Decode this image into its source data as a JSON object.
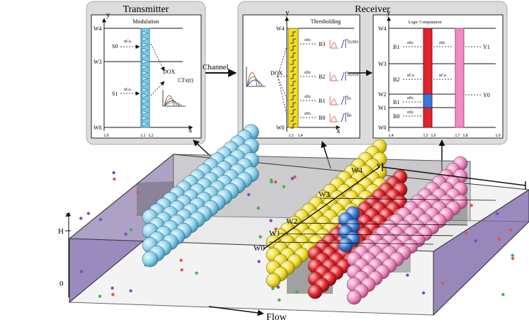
{
  "top": {
    "transmitter": {
      "title": "Transmitter",
      "inner_title": "Modulation",
      "axis_y": "y",
      "axis_x": "x",
      "w4": "W4",
      "w3": "W3",
      "w0": "W0",
      "s0": "S0",
      "s1": "S1",
      "acac": "αCa",
      "acac2": "αCa",
      "dox": "DOX",
      "ctx": "CTx(t)",
      "l0": "L0",
      "l1": "L1",
      "l2": "L2"
    },
    "channel": {
      "label": "Channel"
    },
    "receiver": {
      "title": "Receiver",
      "thresholding": {
        "title": "Thresholding",
        "axis_y": "y",
        "axis_x": "x",
        "w4": "W4",
        "w0": "W0",
        "dox": "DOX",
        "asc": [
          "αSc",
          "αSc",
          "αSc",
          "αSc"
        ],
        "outputs": [
          "B3",
          "B2",
          "B1",
          "B0"
        ],
        "l3": "L3",
        "l4": "L4",
        "tick_labels": [
          "10,001",
          "10,010",
          "01",
          "00"
        ]
      },
      "logic": {
        "title": "Logic Computation",
        "axis_y": "y",
        "w4": "W4",
        "w3": "W3",
        "w2": "W2",
        "w1": "W1",
        "w0": "W0",
        "inputs": [
          "B1",
          "B2",
          "B1",
          "B0"
        ],
        "acol1": [
          "αSc",
          "αCa",
          "αSc",
          "αSc"
        ],
        "acol2": [
          "αSc",
          "αCa"
        ],
        "outputs": [
          "Y1",
          "Y0"
        ],
        "l_labels": [
          "L4",
          "L5",
          "L6",
          "L7",
          "L8",
          "L9"
        ]
      }
    }
  },
  "bottom": {
    "z_label": "z",
    "y_label": "y",
    "h_label": "H",
    "zero_label": "0",
    "w_labels": [
      "W4",
      "W3",
      "W2",
      "W1",
      "W0"
    ],
    "flow_label": "Flow"
  },
  "colors": {
    "panel_bg": "#dcdcdc",
    "panel_border": "#aaaaaa",
    "cyan": "#8fd3ee",
    "yellow": "#f1dd2b",
    "red": "#e2242c",
    "blue": "#3a78d8",
    "pink": "#f08cc0",
    "purple_wall": "#7a63a8"
  }
}
